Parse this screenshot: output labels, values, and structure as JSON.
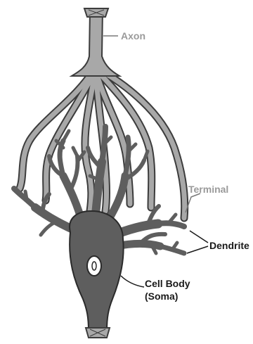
{
  "diagram": {
    "labels": {
      "axon": "Axon",
      "terminal": "Terminal",
      "dendrite": "Dendrite",
      "cell_body_line1": "Cell Body",
      "cell_body_line2": "(Soma)"
    },
    "colors": {
      "axon_fill": "#a8a8a8",
      "axon_outline": "#3c3c3c",
      "soma_fill": "#5e5e5e",
      "soma_outline": "#2a2a2a",
      "nucleus_fill": "#ffffff",
      "light_label": "#9a9a9a",
      "dark_label": "#1a1a1a",
      "leader_line": "#7a7a7a"
    }
  }
}
